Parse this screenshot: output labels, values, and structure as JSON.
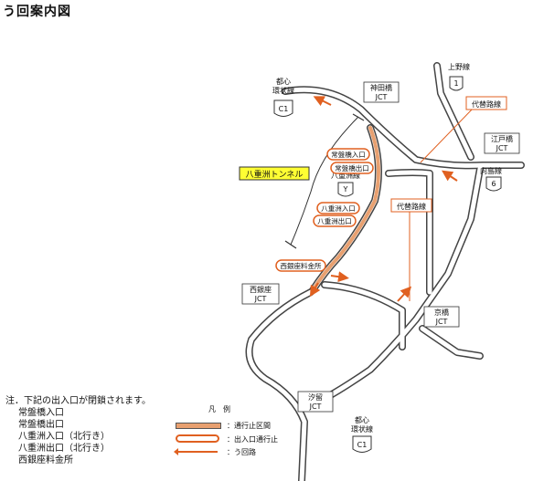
{
  "title": "う回案内図",
  "junctions": {
    "kandabashi": [
      "神田橋",
      "JCT"
    ],
    "edobashi": [
      "江戸橋",
      "JCT"
    ],
    "nishiginza": [
      "西銀座",
      "JCT"
    ],
    "kyobashi": [
      "京橋",
      "JCT"
    ],
    "shiodome": [
      "汐留",
      "JCT"
    ]
  },
  "routes": {
    "toshin_top": {
      "name": [
        "都心",
        "環状線"
      ],
      "shield": "C1"
    },
    "toshin_bottom": {
      "name": [
        "都心",
        "環状線"
      ],
      "shield": "C1"
    },
    "ueno": {
      "name": "上野線",
      "shield": "1"
    },
    "mukojima": {
      "name": "向島線",
      "shield": "6"
    },
    "yaesu": {
      "name": "八重洲線",
      "shield": "Y"
    }
  },
  "labels": {
    "tunnel": "八重洲トンネル",
    "alt_route_1": "代替路線",
    "alt_route_2": "代替路線"
  },
  "ramps": [
    "常盤橋入口",
    "常盤橋出口",
    "八重洲入口",
    "八重洲出口",
    "西銀座料金所"
  ],
  "note": {
    "heading": "注．下記の出入口が閉鎖されます。",
    "items": [
      "常盤橋入口",
      "常盤橋出口",
      "八重洲入口（北行き）",
      "八重洲出口（北行き）",
      "西銀座料金所"
    ]
  },
  "legend": {
    "heading": "凡例",
    "items": [
      {
        "key": "closed_section",
        "label": "：通行止区間"
      },
      {
        "key": "ramp_closed",
        "label": "：出入口通行止"
      },
      {
        "key": "detour",
        "label": "：う回路"
      }
    ]
  },
  "colors": {
    "road_outline": "#444444",
    "closure": "#e8a070",
    "accent": "#e06020",
    "tunnel_box": "#ffff33"
  }
}
